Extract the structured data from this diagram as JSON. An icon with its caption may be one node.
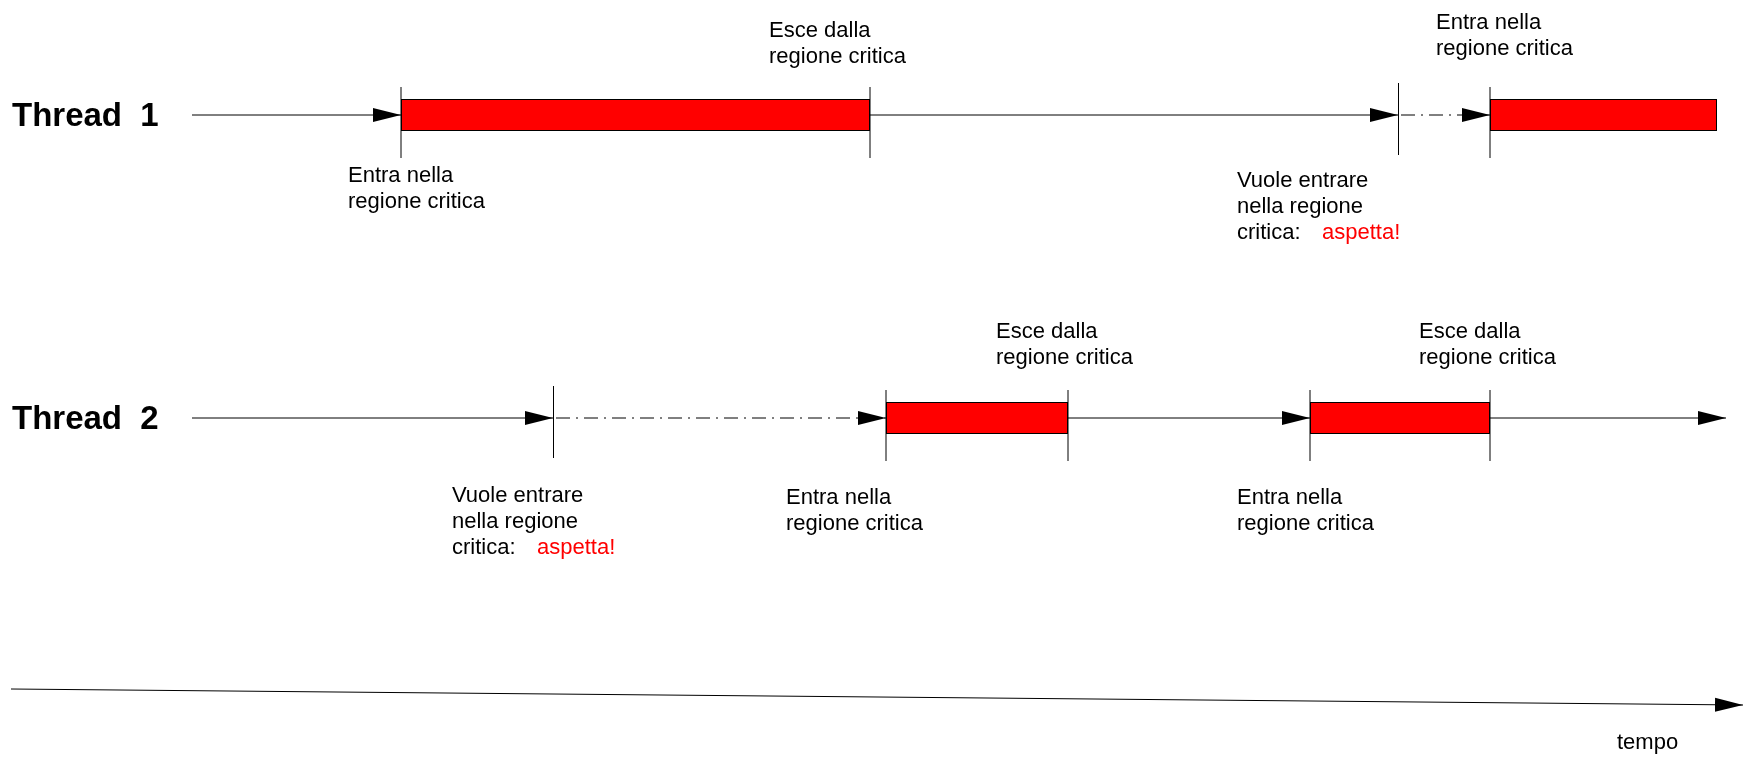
{
  "diagram": {
    "nodes": [
      {
        "text": [
          "Thread  1"
        ]
      },
      {
        "text": [],
        "shape": "bar"
      },
      {
        "text": [],
        "shape": "tick"
      },
      {
        "text": [],
        "shape": "bar"
      },
      {
        "text": [
          "Thread  2"
        ]
      },
      {
        "text": [],
        "shape": "tick"
      },
      {
        "text": [],
        "shape": "bar"
      },
      {
        "text": [],
        "shape": "bar"
      }
    ],
    "edges": [
      {
        "from": 0,
        "to": 1,
        "arrow": "to"
      },
      {
        "from": 1,
        "to": 2,
        "arrow": "to"
      },
      {
        "from": 2,
        "to": 3,
        "arrow": "to",
        "style": "dashed"
      },
      {
        "from": 4,
        "to": 5,
        "arrow": "to"
      },
      {
        "from": 5,
        "to": 6,
        "arrow": "to",
        "style": "dashed"
      },
      {
        "from": 6,
        "to": 7,
        "arrow": "to"
      },
      {
        "from": 7,
        "to": null,
        "arrow": "to"
      }
    ],
    "labels": [
      "Esce dalla regione critica",
      "Entra nella regione critica",
      "Entra nella regione critica",
      "Vuole entrare nella regione critica:",
      "aspetta!",
      "Esce dalla regione critica",
      "Esce dalla regione critica",
      "Vuole entrare nella regione critica:",
      "aspetta!",
      "Entra nella regione critica",
      "Entra nella regione critica",
      "tempo"
    ]
  }
}
